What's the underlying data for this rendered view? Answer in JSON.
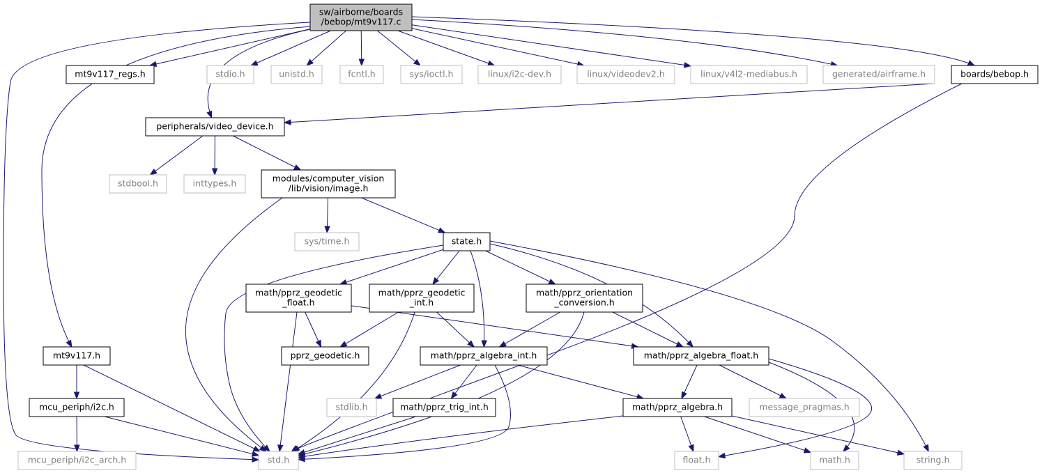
{
  "graph": {
    "colors": {
      "edge": "#191970",
      "root_fill": "#bfbfbf",
      "doc_border": "#000000",
      "ext_border": "#bfbfbf",
      "ext_text": "#808080"
    },
    "nodes": [
      {
        "id": "root",
        "kind": "root",
        "lines": [
          "sw/airborne/boards",
          "/bebop/mt9v117.c"
        ]
      },
      {
        "id": "mt9v117_regs",
        "kind": "doc",
        "lines": [
          "mt9v117_regs.h"
        ]
      },
      {
        "id": "stdio",
        "kind": "ext",
        "lines": [
          "stdio.h"
        ]
      },
      {
        "id": "unistd",
        "kind": "ext",
        "lines": [
          "unistd.h"
        ]
      },
      {
        "id": "fcntl",
        "kind": "ext",
        "lines": [
          "fcntl.h"
        ]
      },
      {
        "id": "ioctl",
        "kind": "ext",
        "lines": [
          "sys/ioctl.h"
        ]
      },
      {
        "id": "i2cdev",
        "kind": "ext",
        "lines": [
          "linux/i2c-dev.h"
        ]
      },
      {
        "id": "videodev2",
        "kind": "ext",
        "lines": [
          "linux/videodev2.h"
        ]
      },
      {
        "id": "v4l2",
        "kind": "ext",
        "lines": [
          "linux/v4l2-mediabus.h"
        ]
      },
      {
        "id": "airframe",
        "kind": "ext",
        "lines": [
          "generated/airframe.h"
        ]
      },
      {
        "id": "bebop",
        "kind": "doc",
        "lines": [
          "boards/bebop.h"
        ]
      },
      {
        "id": "video_device",
        "kind": "doc",
        "lines": [
          "peripherals/video_device.h"
        ]
      },
      {
        "id": "stdbool",
        "kind": "ext",
        "lines": [
          "stdbool.h"
        ]
      },
      {
        "id": "inttypes",
        "kind": "ext",
        "lines": [
          "inttypes.h"
        ]
      },
      {
        "id": "image",
        "kind": "doc",
        "lines": [
          "modules/computer_vision",
          "/lib/vision/image.h"
        ]
      },
      {
        "id": "systime",
        "kind": "ext",
        "lines": [
          "sys/time.h"
        ]
      },
      {
        "id": "state",
        "kind": "doc",
        "lines": [
          "state.h"
        ]
      },
      {
        "id": "geo_float",
        "kind": "doc",
        "lines": [
          "math/pprz_geodetic",
          "_float.h"
        ]
      },
      {
        "id": "geo_int",
        "kind": "doc",
        "lines": [
          "math/pprz_geodetic",
          "_int.h"
        ]
      },
      {
        "id": "orient",
        "kind": "doc",
        "lines": [
          "math/pprz_orientation",
          "_conversion.h"
        ]
      },
      {
        "id": "mt9v117",
        "kind": "doc",
        "lines": [
          "mt9v117.h"
        ]
      },
      {
        "id": "pprz_geodetic",
        "kind": "doc",
        "lines": [
          "pprz_geodetic.h"
        ]
      },
      {
        "id": "alg_int",
        "kind": "doc",
        "lines": [
          "math/pprz_algebra_int.h"
        ]
      },
      {
        "id": "alg_float",
        "kind": "doc",
        "lines": [
          "math/pprz_algebra_float.h"
        ]
      },
      {
        "id": "i2c",
        "kind": "doc",
        "lines": [
          "mcu_periph/i2c.h"
        ]
      },
      {
        "id": "stdlib",
        "kind": "ext",
        "lines": [
          "stdlib.h"
        ]
      },
      {
        "id": "trig_int",
        "kind": "doc",
        "lines": [
          "math/pprz_trig_int.h"
        ]
      },
      {
        "id": "alg",
        "kind": "doc",
        "lines": [
          "math/pprz_algebra.h"
        ]
      },
      {
        "id": "msg_pragmas",
        "kind": "ext",
        "lines": [
          "message_pragmas.h"
        ]
      },
      {
        "id": "i2c_arch",
        "kind": "ext",
        "lines": [
          "mcu_periph/i2c_arch.h"
        ]
      },
      {
        "id": "std",
        "kind": "ext",
        "lines": [
          "std.h"
        ]
      },
      {
        "id": "float",
        "kind": "ext",
        "lines": [
          "float.h"
        ]
      },
      {
        "id": "math",
        "kind": "ext",
        "lines": [
          "math.h"
        ]
      },
      {
        "id": "string",
        "kind": "ext",
        "lines": [
          "string.h"
        ]
      }
    ],
    "edges": [
      [
        "root",
        "mt9v117_regs"
      ],
      [
        "root",
        "stdio"
      ],
      [
        "root",
        "unistd"
      ],
      [
        "root",
        "fcntl"
      ],
      [
        "root",
        "ioctl"
      ],
      [
        "root",
        "i2cdev"
      ],
      [
        "root",
        "videodev2"
      ],
      [
        "root",
        "v4l2"
      ],
      [
        "root",
        "airframe"
      ],
      [
        "root",
        "bebop"
      ],
      [
        "root",
        "video_device"
      ],
      [
        "root",
        "mt9v117"
      ],
      [
        "root",
        "std"
      ],
      [
        "bebop",
        "video_device"
      ],
      [
        "bebop",
        "std"
      ],
      [
        "video_device",
        "stdbool"
      ],
      [
        "video_device",
        "inttypes"
      ],
      [
        "video_device",
        "image"
      ],
      [
        "image",
        "std"
      ],
      [
        "image",
        "systime"
      ],
      [
        "image",
        "state"
      ],
      [
        "state",
        "std"
      ],
      [
        "state",
        "geo_float"
      ],
      [
        "state",
        "geo_int"
      ],
      [
        "state",
        "orient"
      ],
      [
        "state",
        "alg_int"
      ],
      [
        "state",
        "alg_float"
      ],
      [
        "state",
        "string"
      ],
      [
        "geo_float",
        "std"
      ],
      [
        "geo_float",
        "pprz_geodetic"
      ],
      [
        "geo_float",
        "alg_float"
      ],
      [
        "geo_int",
        "pprz_geodetic"
      ],
      [
        "geo_int",
        "alg_int"
      ],
      [
        "geo_int",
        "std"
      ],
      [
        "orient",
        "alg_int"
      ],
      [
        "orient",
        "alg_float"
      ],
      [
        "orient",
        "std"
      ],
      [
        "mt9v117",
        "i2c"
      ],
      [
        "mt9v117",
        "std"
      ],
      [
        "i2c",
        "i2c_arch"
      ],
      [
        "i2c",
        "std"
      ],
      [
        "alg_int",
        "stdlib"
      ],
      [
        "alg_int",
        "trig_int"
      ],
      [
        "alg_int",
        "alg"
      ],
      [
        "alg_int",
        "std"
      ],
      [
        "alg_float",
        "alg"
      ],
      [
        "alg_float",
        "msg_pragmas"
      ],
      [
        "alg_float",
        "float"
      ],
      [
        "alg_float",
        "math"
      ],
      [
        "trig_int",
        "std"
      ],
      [
        "alg",
        "std"
      ],
      [
        "alg",
        "float"
      ],
      [
        "alg",
        "math"
      ],
      [
        "alg",
        "string"
      ]
    ]
  }
}
